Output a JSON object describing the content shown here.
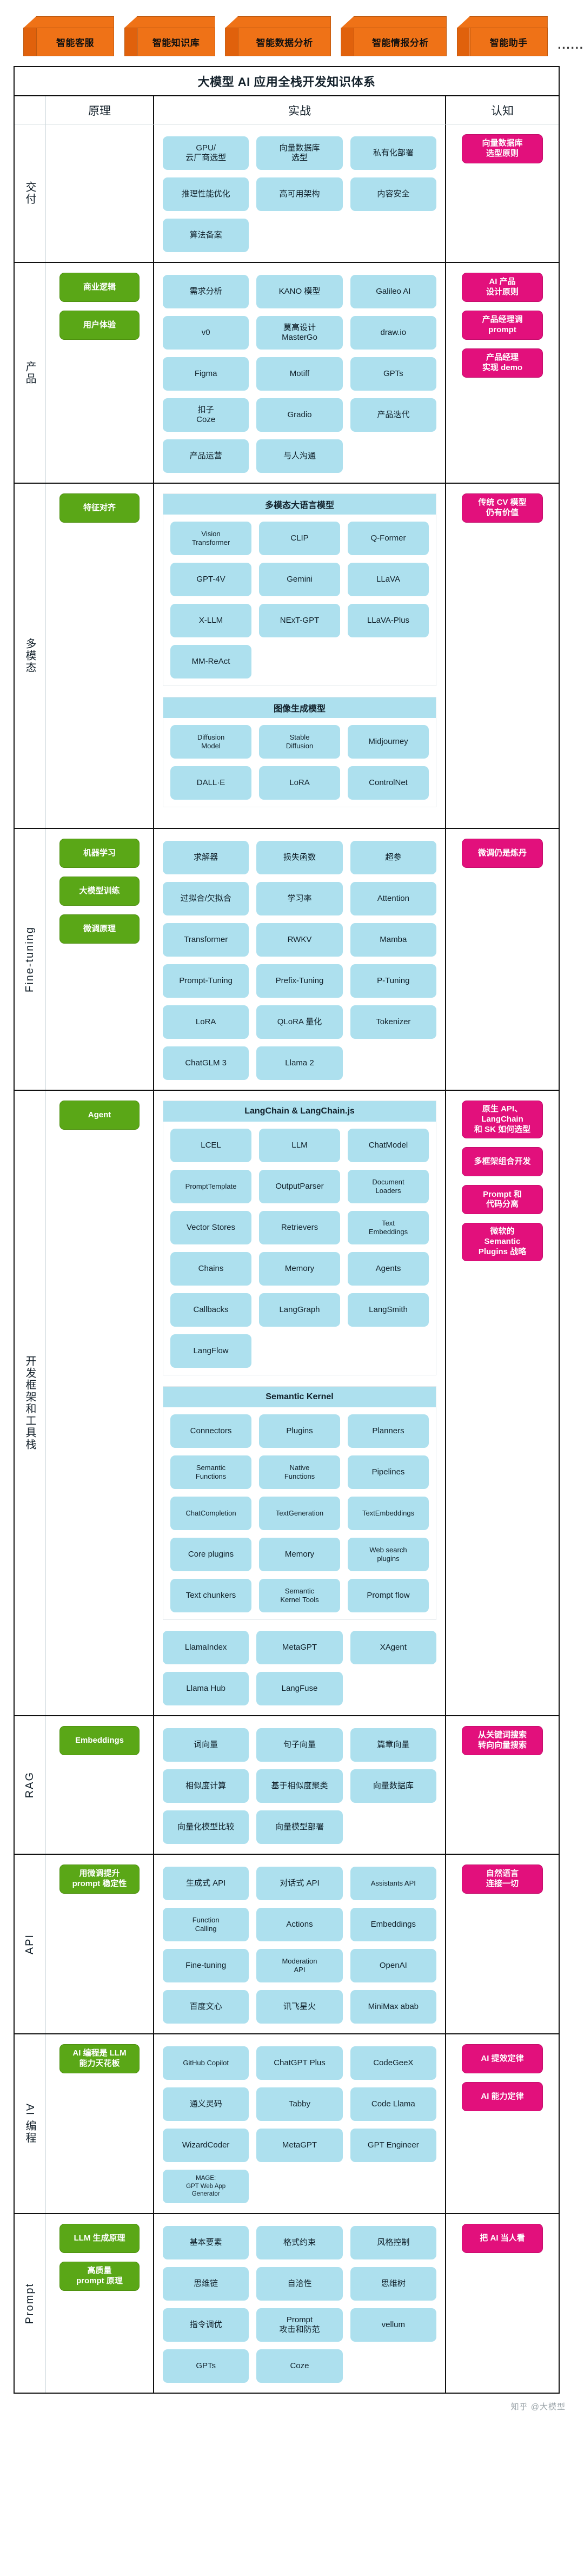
{
  "top_boxes": [
    {
      "label": "智能客服"
    },
    {
      "label": "智能知识库"
    },
    {
      "label": "智能数据分析"
    },
    {
      "label": "智能情报分析"
    },
    {
      "label": "智能助手"
    }
  ],
  "top_ellipsis": "......",
  "table": {
    "title": "大模型 AI 应用全栈开发知识体系",
    "columns": {
      "row_label": "",
      "principle": "原理",
      "practice": "实战",
      "cognition": "认知"
    }
  },
  "colors": {
    "cube": "#ef7217",
    "chip": "#ade0ee",
    "principle_pill": "#5aa717",
    "cognition_pill": "#e2107c",
    "panel_head": "#ade0ee",
    "border": "#111111"
  },
  "sections": [
    {
      "name": "交付",
      "orientation": "vertical-cjk",
      "principle": [],
      "practice": [
        "GPU/\n云厂商选型",
        "向量数据库\n选型",
        "私有化部署",
        "推理性能优化",
        "高可用架构",
        "内容安全",
        "算法备案"
      ],
      "cognition": [
        "向量数据库\n选型原则"
      ]
    },
    {
      "name": "产品",
      "orientation": "vertical-cjk",
      "principle": [
        "商业逻辑",
        "用户体验"
      ],
      "practice": [
        "需求分析",
        "KANO 模型",
        "Galileo AI",
        "v0",
        "莫高设计\nMasterGo",
        "draw.io",
        "Figma",
        "Motiff",
        "GPTs",
        "扣子\nCoze",
        "Gradio",
        "产品迭代",
        "产品运营",
        "与人沟通"
      ],
      "cognition": [
        "AI 产品\n设计原则",
        "产品经理调\nprompt",
        "产品经理\n实现 demo"
      ]
    },
    {
      "name": "多模态",
      "orientation": "vertical-cjk",
      "principle": [
        "特征对齐"
      ],
      "panels": [
        {
          "title": "多模态大语言模型",
          "chips": [
            "Vision\nTransformer",
            "CLIP",
            "Q-Former",
            "GPT-4V",
            "Gemini",
            "LLaVA",
            "X-LLM",
            "NExT-GPT",
            "LLaVA-Plus",
            "MM-ReAct"
          ]
        },
        {
          "title": "图像生成模型",
          "chips": [
            "Diffusion\nModel",
            "Stable\nDiffusion",
            "Midjourney",
            "DALL·E",
            "LoRA",
            "ControlNet"
          ]
        }
      ],
      "practice": [],
      "cognition": [
        "传统 CV 模型\n仍有价值"
      ]
    },
    {
      "name": "Fine-tuning",
      "orientation": "vertical-latin",
      "principle": [
        "机器学习",
        "大模型训练",
        "微调原理"
      ],
      "practice": [
        "求解器",
        "损失函数",
        "超参",
        "过拟合/欠拟合",
        "学习率",
        "Attention",
        "Transformer",
        "RWKV",
        "Mamba",
        "Prompt-Tuning",
        "Prefix-Tuning",
        "P-Tuning",
        "LoRA",
        "QLoRA 量化",
        "Tokenizer",
        "ChatGLM 3",
        "Llama 2"
      ],
      "cognition": [
        "微调仍是炼丹"
      ]
    },
    {
      "name": "开发框架和工具栈",
      "orientation": "vertical-cjk",
      "principle": [
        "Agent"
      ],
      "panels": [
        {
          "title": "LangChain & LangChain.js",
          "chips": [
            "LCEL",
            "LLM",
            "ChatModel",
            "PromptTemplate",
            "OutputParser",
            "Document\nLoaders",
            "Vector Stores",
            "Retrievers",
            "Text\nEmbeddings",
            "Chains",
            "Memory",
            "Agents",
            "Callbacks",
            "LangGraph",
            "LangSmith",
            "LangFlow"
          ]
        },
        {
          "title": "Semantic Kernel",
          "chips": [
            "Connectors",
            "Plugins",
            "Planners",
            "Semantic\nFunctions",
            "Native\nFunctions",
            "Pipelines",
            "ChatCompletion",
            "TextGeneration",
            "TextEmbeddings",
            "Core plugins",
            "Memory",
            "Web search\nplugins",
            "Text chunkers",
            "Semantic\nKernel Tools",
            "Prompt flow"
          ]
        }
      ],
      "practice": [
        "LlamaIndex",
        "MetaGPT",
        "XAgent",
        "Llama Hub",
        "LangFuse"
      ],
      "cognition": [
        "原生 API、\nLangChain\n和 SK 如何选型",
        "多框架组合开发",
        "Prompt 和\n代码分离",
        "微软的\nSemantic\nPlugins 战略"
      ]
    },
    {
      "name": "RAG",
      "orientation": "vertical-latin",
      "principle": [
        "Embeddings"
      ],
      "practice": [
        "词向量",
        "句子向量",
        "篇章向量",
        "相似度计算",
        "基于相似度聚类",
        "向量数据库",
        "向量化模型比较",
        "向量模型部署"
      ],
      "cognition": [
        "从关键词搜索\n转向向量搜索"
      ]
    },
    {
      "name": "API",
      "orientation": "vertical-latin",
      "principle": [
        "用微调提升\nprompt 稳定性"
      ],
      "practice": [
        "生成式 API",
        "对话式 API",
        "Assistants API",
        "Function\nCalling",
        "Actions",
        "Embeddings",
        "Fine-tuning",
        "Moderation\nAPI",
        "OpenAI",
        "百度文心",
        "讯飞星火",
        "MiniMax abab"
      ],
      "cognition": [
        "自然语言\n连接一切"
      ]
    },
    {
      "name": "AI 编程",
      "orientation": "vertical-cjk",
      "principle": [
        "AI 编程是 LLM\n能力天花板"
      ],
      "practice": [
        "GitHub Copilot",
        "ChatGPT Plus",
        "CodeGeeX",
        "通义灵码",
        "Tabby",
        "Code Llama",
        "WizardCoder",
        "MetaGPT",
        "GPT Engineer",
        "MAGE:\nGPT Web App\nGenerator"
      ],
      "cognition": [
        "AI 提效定律",
        "AI 能力定律"
      ]
    },
    {
      "name": "Prompt",
      "orientation": "vertical-latin",
      "principle": [
        "LLM 生成原理",
        "高质量\nprompt 原理"
      ],
      "practice": [
        "基本要素",
        "格式约束",
        "风格控制",
        "思维链",
        "自洽性",
        "思维树",
        "指令调优",
        "Prompt\n攻击和防范",
        "vellum",
        "GPTs",
        "Coze"
      ],
      "cognition": [
        "把 AI 当人看"
      ]
    }
  ],
  "watermark": "知乎 @大模型"
}
